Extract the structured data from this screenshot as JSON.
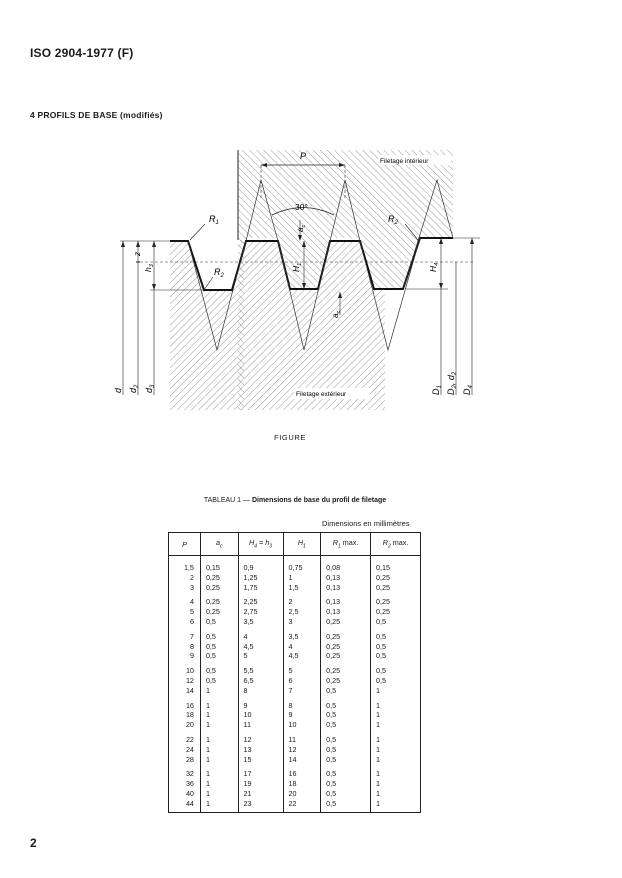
{
  "header": {
    "doc_id": "ISO 2904-1977 (F)"
  },
  "section": {
    "title": "4  PROFILS DE BASE (modifiés)"
  },
  "figure": {
    "caption": "FIGURE",
    "labels": {
      "filetage_interieur": "Filetage intérieur",
      "filetage_exterieur": "Filetage extérieur",
      "P": "P",
      "angle": "30°",
      "R1": "R",
      "R1_sub": "1",
      "R2": "R",
      "R2_sub": "2",
      "R2_inner": "R",
      "R2_inner_sub": "2",
      "z": "z",
      "h3": "h",
      "h3_sub": "3",
      "ac_top": "a",
      "ac_top_sub": "c",
      "ac_bottom": "a",
      "ac_bottom_sub": "c",
      "H1": "H",
      "H1_sub": "1",
      "H4": "H",
      "H4_sub": "4",
      "d": "d",
      "d2": "d",
      "d2_sub": "2",
      "d3": "d",
      "d3_sub": "3",
      "D1": "D",
      "D1_sub": "1",
      "D2d2": "D",
      "D2d2_sub": "2",
      "D2d2_sep": ", d",
      "D2d2_sub2": "2",
      "D4": "D",
      "D4_sub": "4"
    }
  },
  "table": {
    "title_prefix": "TABLEAU 1 — ",
    "title_main": "Dimensions de base du profil de filetage",
    "units": "Dimensions en millimètres",
    "headers": [
      {
        "main": "P",
        "sub": "",
        "tail": ""
      },
      {
        "main": "a",
        "sub": "c",
        "tail": ""
      },
      {
        "main": "H",
        "sub": "4",
        "tail": " = h",
        "tail_sub": "3"
      },
      {
        "main": "H",
        "sub": "1",
        "tail": ""
      },
      {
        "main": "R",
        "sub": "1",
        "tail": " max."
      },
      {
        "main": "R",
        "sub": "2",
        "tail": " max."
      }
    ],
    "groups": [
      [
        [
          "1,5",
          "0,15",
          "0,9",
          "0,75",
          "0,08",
          "0,15"
        ],
        [
          "2",
          "0,25",
          "1,25",
          "1",
          "0,13",
          "0,25"
        ],
        [
          "3",
          "0,25",
          "1,75",
          "1,5",
          "0,13",
          "0,25"
        ]
      ],
      [
        [
          "4",
          "0,25",
          "2,25",
          "2",
          "0,13",
          "0,25"
        ],
        [
          "5",
          "0,25",
          "2,75",
          "2,5",
          "0,13",
          "0,25"
        ],
        [
          "6",
          "0,5",
          "3,5",
          "3",
          "0,25",
          "0,5"
        ]
      ],
      [
        [
          "7",
          "0,5",
          "4",
          "3,5",
          "0,25",
          "0,5"
        ],
        [
          "8",
          "0,5",
          "4,5",
          "4",
          "0,25",
          "0,5"
        ],
        [
          "9",
          "0,5",
          "5",
          "4,5",
          "0,25",
          "0,5"
        ]
      ],
      [
        [
          "10",
          "0,5",
          "5,5",
          "5",
          "0,25",
          "0,5"
        ],
        [
          "12",
          "0,5",
          "6,5",
          "6",
          "0,25",
          "0,5"
        ],
        [
          "14",
          "1",
          "8",
          "7",
          "0,5",
          "1"
        ]
      ],
      [
        [
          "16",
          "1",
          "9",
          "8",
          "0,5",
          "1"
        ],
        [
          "18",
          "1",
          "10",
          "9",
          "0,5",
          "1"
        ],
        [
          "20",
          "1",
          "11",
          "10",
          "0,5",
          "1"
        ]
      ],
      [
        [
          "22",
          "1",
          "12",
          "11",
          "0,5",
          "1"
        ],
        [
          "24",
          "1",
          "13",
          "12",
          "0,5",
          "1"
        ],
        [
          "28",
          "1",
          "15",
          "14",
          "0,5",
          "1"
        ]
      ],
      [
        [
          "32",
          "1",
          "17",
          "16",
          "0,5",
          "1"
        ],
        [
          "36",
          "1",
          "19",
          "18",
          "0,5",
          "1"
        ],
        [
          "40",
          "1",
          "21",
          "20",
          "0,5",
          "1"
        ],
        [
          "44",
          "1",
          "23",
          "22",
          "0,5",
          "1"
        ]
      ]
    ]
  },
  "footer": {
    "page_number": "2"
  }
}
